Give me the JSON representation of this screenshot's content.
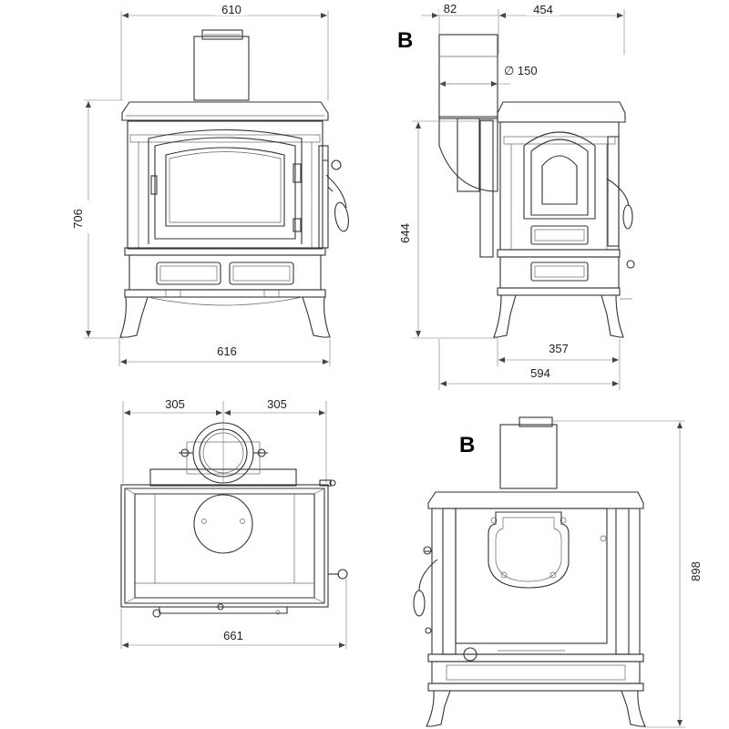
{
  "views": {
    "front": {
      "dims": {
        "top_width": "610",
        "bottom_width": "616",
        "height": "706"
      }
    },
    "side": {
      "label": "B",
      "dims": {
        "flue_offset": "82",
        "depth_top": "454",
        "flue_diameter": "∅ 150",
        "height": "644",
        "foot_depth": "357",
        "total_depth": "594"
      }
    },
    "top": {
      "dims": {
        "half_left": "305",
        "half_right": "305",
        "width": "661"
      }
    },
    "rear": {
      "label": "B",
      "dims": {
        "height": "898"
      }
    }
  }
}
